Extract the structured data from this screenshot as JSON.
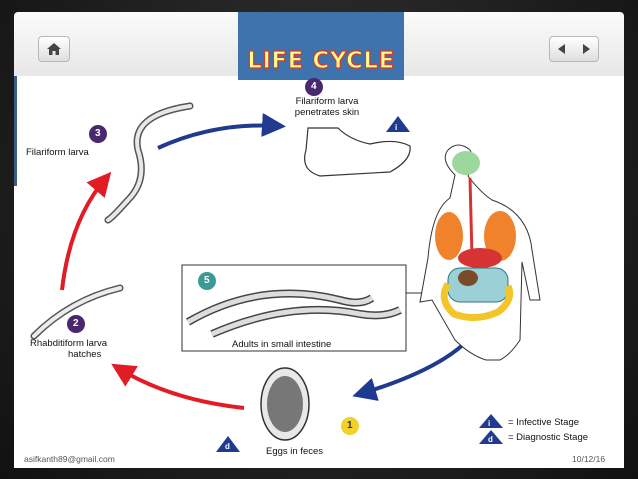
{
  "header": {
    "title": "LIFE CYCLE",
    "home_icon": "home-icon",
    "prev_icon": "arrow-left-icon",
    "next_icon": "arrow-right-icon"
  },
  "diagram": {
    "stage1": {
      "number": "1",
      "label": "Eggs in feces",
      "badge": "d"
    },
    "stage2": {
      "number": "2",
      "label_line1": "Rhabditiform larva",
      "label_line2": "hatches"
    },
    "stage3": {
      "number": "3",
      "label": "Filariform larva"
    },
    "stage4": {
      "number": "4",
      "label_line1": "Filariform larva",
      "label_line2": "penetrates skin",
      "badge": "i"
    },
    "stage5": {
      "number": "5",
      "label": "Adults in small intestine"
    },
    "legend": [
      {
        "badge": "i",
        "text": "= Infective Stage"
      },
      {
        "badge": "d",
        "text": "= Diagnostic Stage"
      }
    ],
    "colors": {
      "forward_arrow": "#1f3a8f",
      "return_arrow": "#e21c24",
      "stage_circle": "#4a2870",
      "adult_circle": "#3a9a97",
      "egg_circle": "#f4d02a"
    }
  },
  "footer": {
    "email": "asifkanth89@gmail.com",
    "date": "10/12/16"
  }
}
